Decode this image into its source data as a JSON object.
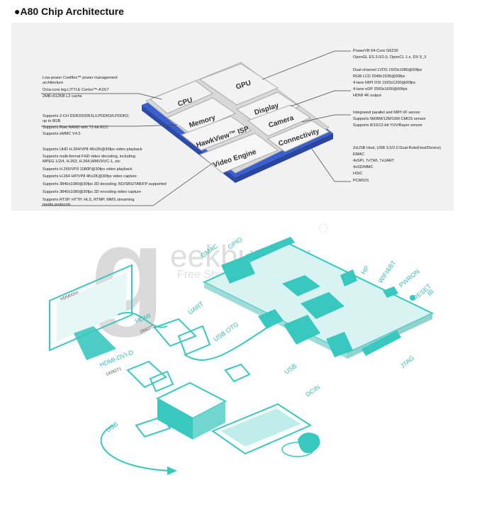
{
  "title": "●A80 Chip Architecture",
  "chip": {
    "blocks": {
      "cpu": "CPU",
      "gpu": "GPU",
      "memory": "Memory",
      "display": "Display",
      "isp": "HawkView™ ISP",
      "camera": "Camera",
      "video_engine": "Video Engine",
      "connectivity": "Connectivity"
    },
    "left_specs": [
      [
        "Low-power Coolflex™ power management",
        "architecture",
        "Octa-core big.LITTLE Cortex™-A15/7",
        "2MB+512KB L2 cache"
      ],
      [
        "Supports 2-CH DDR3/DDR3L/LPDDR3/LPDDR2,",
        "up to 8GB",
        "Supports Raw NAND with 72-bit ECC",
        "Supports eMMC V4.5"
      ],
      [
        "Supports UHD H.264/VP8 4Kx2K@30fps video playback",
        "Supports multi-format FHD video decoding, including",
        "MPEG 1/2/4, H.263, H.264,WMV9/VC-1, etc",
        "Supports H.265/VP9 1080P@30fps video playback",
        "Supports H.264 HP/VP8 4Kx2K@30fps video capture",
        "Supports 3840x1080@30fps 3D decoding, BD/SBS/TAB/FP supported",
        "Supports 3840x1080@30fps 3D encoding video capture",
        "Supports RTSP, HTTP, HLS, RTMP, MMS streaming",
        "media protocols"
      ]
    ],
    "right_specs": [
      [
        "PowerVR 64-Core G6230",
        "OpenGL ES 3.0/2.0, OpenCL 1.x, DX 9_3"
      ],
      [
        "Dual-channel LVDS 1920x1080@60fps",
        "RGB LCD 2048x1536@60fps",
        "4-lane MIPI DSI 1920x1200@60fps",
        "4-lane eDP 2560x1600@60fps",
        "HDMI 4K output"
      ],
      [
        "Integrated parallel and MIPI I/F sensor",
        "Supports 5M/8M/12M/16M CMOS sensor",
        "Supports 8/10/12-bit YUV/Bayer sensor"
      ],
      [
        "2xUSB Host, USB 3.0/2.0 Dual-Role(Host/Device)",
        "EMAC",
        "4xSPI, 7xTWI, 7xUART",
        "4xSD/MMC",
        "HSIC",
        "PCM/I2S"
      ]
    ]
  },
  "watermark": {
    "g": "g",
    "brand": "eekbuying",
    "tagline": "Free Shipping worldwide"
  },
  "labels": {
    "hdmi_dvi": "HDMI/DVI",
    "hdmi": "HDMI",
    "hdmi_part": "1841275",
    "hdmi_dvi_d": "HDMI-DVI-D",
    "hdmi_dvi_d_part": "1428271",
    "uart": "UART",
    "usb_otg": "USB OTG",
    "gmac": "GMAC",
    "gpio": "GPIO",
    "hp": "HP",
    "wifi_bt": "WIFI&BT",
    "pwron": "PWRON",
    "reset": "RESET",
    "ir": "IR",
    "jtag": "JTAG",
    "usb_board": "USB",
    "dcin": "DCIN",
    "usb_left": "USB"
  },
  "colors": {
    "teal": "#38c8c0",
    "board": "#d8f3f2",
    "chip_blue": "#3a5fd0"
  }
}
